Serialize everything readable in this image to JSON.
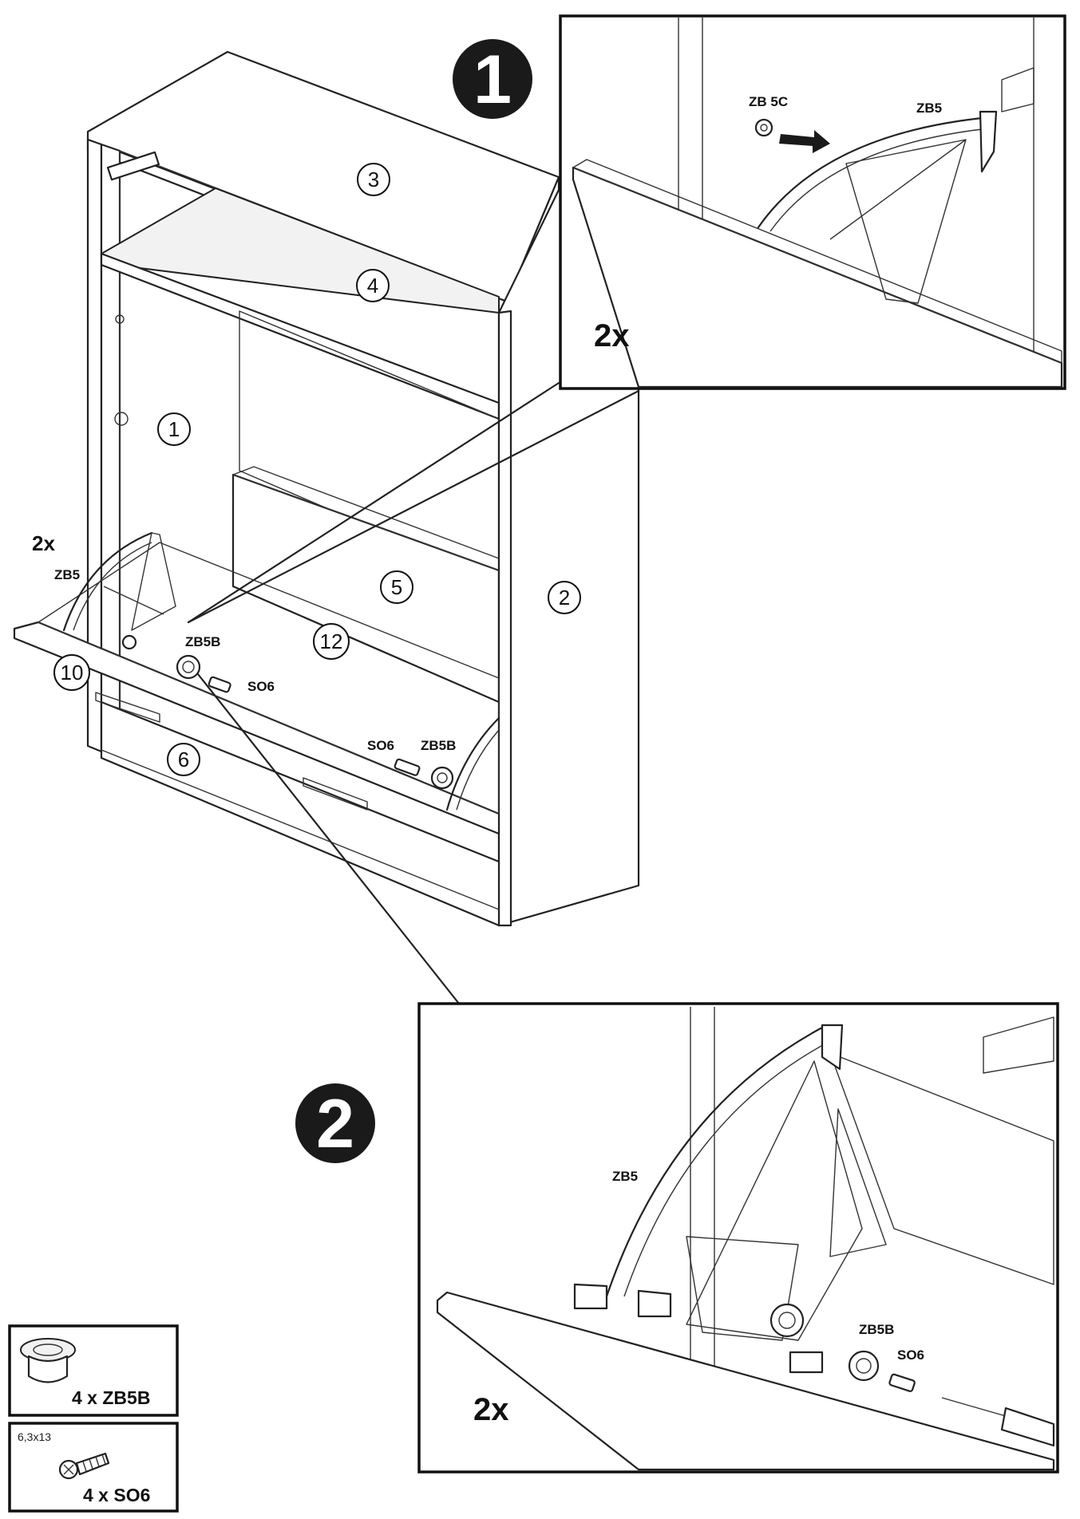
{
  "steps": [
    {
      "number": "1"
    },
    {
      "number": "2"
    }
  ],
  "main_view": {
    "parts": [
      "3",
      "4",
      "1",
      "5",
      "2",
      "12",
      "10",
      "6"
    ],
    "labels": {
      "qty": "2x",
      "zb5": "ZB5",
      "zb5b": "ZB5B",
      "so6": "SO6",
      "zb5b_right": "ZB5B",
      "so6_right": "SO6"
    }
  },
  "detail_1": {
    "zb5c": "ZB 5C",
    "zb5": "ZB5",
    "qty": "2x"
  },
  "detail_2": {
    "zb5": "ZB5",
    "zb5b": "ZB5B",
    "so6": "SO6",
    "qty": "2x"
  },
  "parts_list": [
    {
      "qty_label": "4 x ZB5B",
      "size": "",
      "icon": "cap-bushing-icon"
    },
    {
      "qty_label": "4 x SO6",
      "size": "6,3x13",
      "icon": "screw-icon"
    }
  ]
}
